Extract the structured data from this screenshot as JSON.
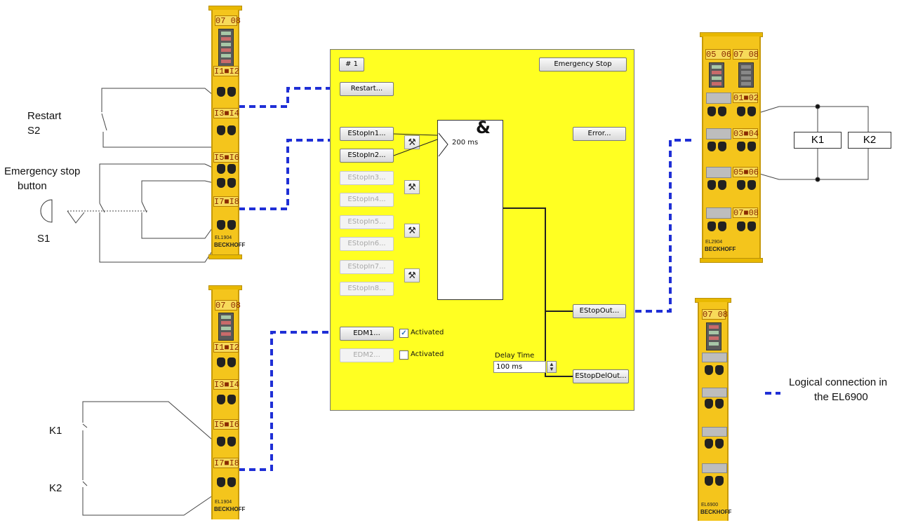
{
  "left_labels": {
    "restart_line1": "Restart",
    "restart_line2": "S2",
    "estop_line1": "Emergency stop",
    "estop_line2": "button",
    "s1": "S1",
    "k1": "K1",
    "k2": "K2"
  },
  "right_labels": {
    "k1": "K1",
    "k2": "K2",
    "legend_line1": "Logical connection in",
    "legend_line2": "the EL6900"
  },
  "terminals": {
    "el1904_top": {
      "header": "07 08",
      "slots": [
        "I1■I2",
        "I3■I4",
        "I5■I6",
        "I7■I8"
      ],
      "type": "EL1904",
      "brand": "BECKHOFF"
    },
    "el1904_bottom": {
      "header": "07 08",
      "slots": [
        "I1■I2",
        "I3■I4",
        "I5■I6",
        "I7■I8"
      ],
      "type": "EL1904",
      "brand": "BECKHOFF"
    },
    "el2904": {
      "header_a": "05 06",
      "header_b": "07 08",
      "slots": [
        "01■02",
        "03■04",
        "05■06",
        "07■08"
      ],
      "type": "EL2904",
      "brand": "BECKHOFF"
    },
    "el6900": {
      "header": "07 08",
      "type": "EL6900",
      "brand": "BECKHOFF"
    }
  },
  "dialog": {
    "fb_number": "# 1",
    "fb_title": "Emergency Stop",
    "restart_button": "Restart...",
    "estop_inputs": [
      "EStopIn1...",
      "EStopIn2...",
      "EStopIn3...",
      "EStopIn4...",
      "EStopIn5...",
      "EStopIn6...",
      "EStopIn7...",
      "EStopIn8..."
    ],
    "discrepancy_time": "200 ms",
    "and_symbol": "&",
    "error_button": "Error...",
    "estop_out_button": "EStopOut...",
    "estop_delout_button": "EStopDelOut...",
    "edm1_button": "EDM1...",
    "edm1_checkbox": "Activated",
    "edm1_checked": true,
    "edm2_button": "EDM2...",
    "edm2_checkbox": "Activated",
    "edm2_checked": false,
    "delay_label": "Delay Time",
    "delay_value": "100 ms",
    "tool_icon": "hammer-wrench-icon"
  },
  "colors": {
    "dialog_bg": "#ffff22",
    "terminal_yellow": "#f4c51c",
    "logical_link": "#1f2fd6"
  }
}
